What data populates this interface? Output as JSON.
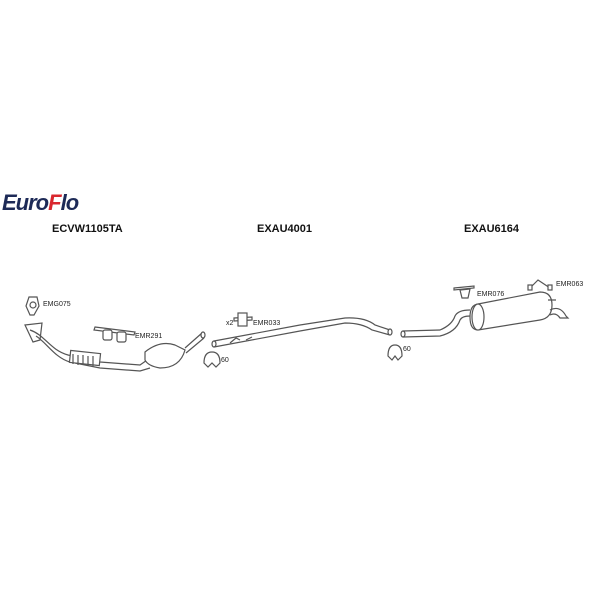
{
  "logo": {
    "part1": "Euro",
    "part2": "F",
    "part3": "lo",
    "colors": {
      "navy": "#1d2a57",
      "red": "#d9272e"
    }
  },
  "sections": [
    {
      "code": "ECVW1105TA"
    },
    {
      "code": "EXAU4001"
    },
    {
      "code": "EXAU6164"
    }
  ],
  "parts": {
    "emg075": "EMG075",
    "emr291": "EMR291",
    "emr033": "EMR033",
    "emr033_qty": "x2",
    "clamp1": "60",
    "clamp2": "60",
    "emr076": "EMR076",
    "emr063": "EMR063"
  }
}
